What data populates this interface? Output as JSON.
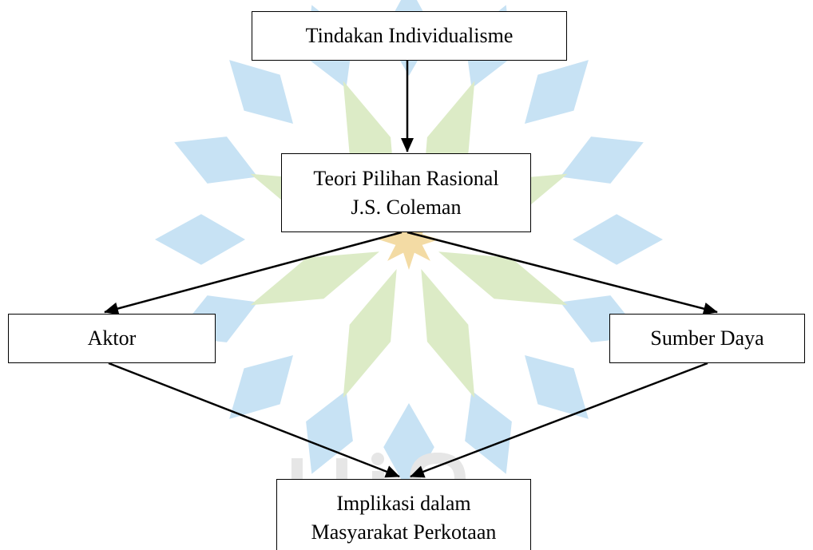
{
  "diagram": {
    "nodes": {
      "top": {
        "lines": [
          "Tindakan Individualisme"
        ]
      },
      "theory": {
        "lines": [
          "Teori Pilihan Rasional",
          "J.S. Coleman"
        ]
      },
      "actor": {
        "lines": [
          "Aktor"
        ]
      },
      "resource": {
        "lines": [
          "Sumber Daya"
        ]
      },
      "outcome": {
        "lines": [
          "Implikasi dalam",
          "Masyarakat Perkotaan"
        ]
      }
    },
    "edges": [
      {
        "from": "top",
        "to": "theory"
      },
      {
        "from": "theory",
        "to": "actor"
      },
      {
        "from": "theory",
        "to": "resource"
      },
      {
        "from": "actor",
        "to": "outcome"
      },
      {
        "from": "resource",
        "to": "outcome"
      }
    ]
  },
  "watermark": {
    "blue": "#c7e2f4",
    "green": "#dcebc6",
    "gold": "#f3dba4",
    "text_color": "#e6e6e6"
  }
}
